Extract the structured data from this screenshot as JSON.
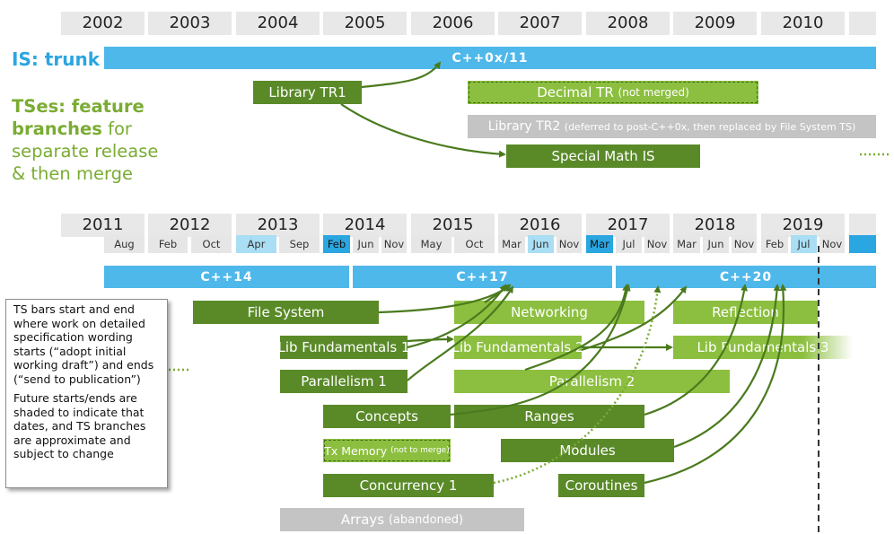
{
  "timeline_top": {
    "years": [
      "2002",
      "2003",
      "2004",
      "2005",
      "2006",
      "2007",
      "2008",
      "2009",
      "2010"
    ]
  },
  "timeline_bottom": {
    "years": [
      "2011",
      "2012",
      "2013",
      "2014",
      "2015",
      "2016",
      "2017",
      "2018",
      "2019"
    ],
    "months": [
      {
        "label": "Aug",
        "shade": "gray"
      },
      {
        "label": "Feb",
        "shade": "gray"
      },
      {
        "label": "Oct",
        "shade": "gray"
      },
      {
        "label": "Apr",
        "shade": "light"
      },
      {
        "label": "Sep",
        "shade": "gray"
      },
      {
        "label": "Feb",
        "shade": "dark"
      },
      {
        "label": "Jun",
        "shade": "gray"
      },
      {
        "label": "Nov",
        "shade": "gray"
      },
      {
        "label": "May",
        "shade": "gray"
      },
      {
        "label": "Oct",
        "shade": "gray"
      },
      {
        "label": "Mar",
        "shade": "gray"
      },
      {
        "label": "Jun",
        "shade": "light"
      },
      {
        "label": "Nov",
        "shade": "gray"
      },
      {
        "label": "Mar",
        "shade": "dark"
      },
      {
        "label": "Jul",
        "shade": "gray"
      },
      {
        "label": "Nov",
        "shade": "gray"
      },
      {
        "label": "Mar",
        "shade": "gray"
      },
      {
        "label": "Jun",
        "shade": "gray"
      },
      {
        "label": "Nov",
        "shade": "gray"
      },
      {
        "label": "Feb",
        "shade": "gray"
      },
      {
        "label": "Jul",
        "shade": "light"
      },
      {
        "label": "Nov",
        "shade": "gray"
      }
    ]
  },
  "side_labels": {
    "trunk": "IS: trunk",
    "tses_bold_1": "TSes: feature",
    "tses_bold_2": "branches",
    "tses_rest_1": " for",
    "tses_rest_2": "separate release",
    "tses_rest_3": "& then merge"
  },
  "trunk_bars": {
    "cpp0x": "C++0x/11",
    "cpp14": "C++14",
    "cpp17": "C++17",
    "cpp20": "C++20"
  },
  "branches_top": {
    "library_tr1": "Library TR1",
    "decimal_tr": "Decimal TR",
    "decimal_tr_note": "(not merged)",
    "library_tr2": "Library TR2",
    "library_tr2_note": "(deferred to post-C++0x, then replaced by File System TS)",
    "special_math": "Special Math IS"
  },
  "branches_bottom": {
    "file_system": "File System",
    "networking": "Networking",
    "reflection": "Reflection",
    "lib_fund_1": "Lib Fundamentals 1",
    "lib_fund_2": "Lib Fundamentals 2",
    "lib_fund_3": "Lib Fundamentals 3",
    "parallelism_1": "Parallelism 1",
    "parallelism_2": "Parallelism 2",
    "concepts": "Concepts",
    "ranges": "Ranges",
    "tx_memory": "Tx Memory",
    "tx_memory_note": "(not to merge)",
    "modules": "Modules",
    "concurrency_1": "Concurrency 1",
    "coroutines": "Coroutines",
    "arrays": "Arrays",
    "arrays_note": "(abandoned)"
  },
  "note_box": {
    "para1": "TS bars start and end where work on detailed specification wording starts (“adopt initial working draft”) and ends (“send to publication”)",
    "para2": "Future starts/ends are shaded to indicate that dates, and TS branches are approximate and subject to change"
  },
  "colors": {
    "trunk_blue": "#4fb8ea",
    "dark_green": "#5a8a28",
    "light_green": "#8cbf3f",
    "gray": "#c4c4c4",
    "arrow": "#4a7a1e"
  }
}
